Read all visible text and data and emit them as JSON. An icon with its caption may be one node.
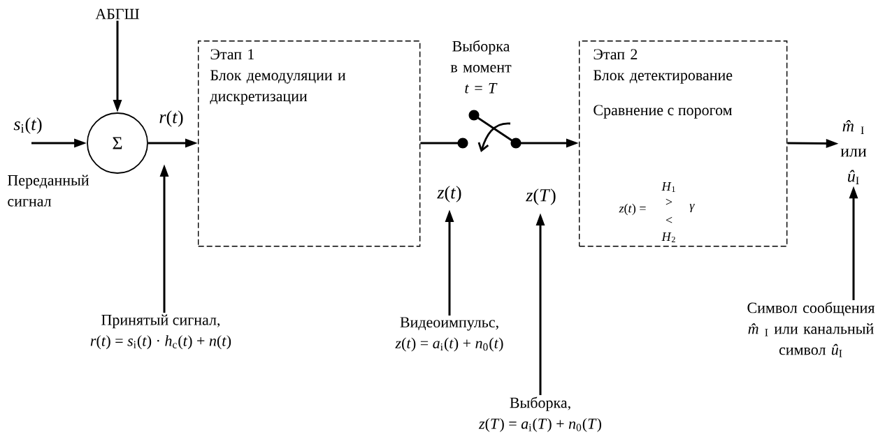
{
  "diagram": {
    "nodes": [
      {
        "text": [
          "АБГШ"
        ]
      },
      {
        "text": [
          "Σ"
        ]
      },
      {
        "text": [
          "Переданный сигнал"
        ]
      },
      {
        "text": [
          "Этап 1",
          "Блок демодуляции и дискретизации"
        ]
      },
      {
        "text": [
          "Принятый сигнал,",
          "*r*(*t*) = *s*$_{i}$(*t*) · *h*$_{c}$(*t*) + *n*(*t*)"
        ]
      },
      {
        "text": [
          "Выборка в момент *t* = *T*"
        ]
      },
      {
        "text": [
          "Этап 2",
          "Блок детектирование",
          "Сравнение с порогом",
          "*z*(*t*) =",
          "*H*$_{1}$",
          ">",
          "<",
          "*H*$_{2}$",
          "*γ*"
        ]
      },
      {
        "text": [
          "*m̂*$_{I}$",
          "или",
          "*û*$_{I}$"
        ]
      },
      {
        "text": [
          "Видеоимпульс,",
          "*z*(*t*) = *a*$_{i}$(*t*) + *n*$_{0}$(*t*)"
        ]
      },
      {
        "text": [
          "Выборка,",
          "*z*(*T*) = *a*$_{i}$(*T*) + *n*$_{0}$(*T*)"
        ]
      },
      {
        "text": [
          "Символ сообщения *m̂*$_{I}$ или канальный символ *û*$_{I}$"
        ]
      }
    ],
    "edges": [
      {
        "from": 0,
        "to": 1,
        "arrow": "to"
      },
      {
        "from": null,
        "to": 1,
        "arrow": "to",
        "label": "*s*$_{i}$(*t*)"
      },
      {
        "from": 1,
        "to": 3,
        "arrow": "to",
        "label": "*r*(*t*)"
      },
      {
        "from": 4,
        "to": null,
        "arrow": "to"
      },
      {
        "from": 3,
        "to": 5,
        "arrow": "none",
        "label": "*z*(*t*)"
      },
      {
        "from": 5,
        "to": 6,
        "arrow": "to",
        "label": "*z*(*T*)"
      },
      {
        "from": 8,
        "to": null,
        "arrow": "to"
      },
      {
        "from": 9,
        "to": null,
        "arrow": "to"
      },
      {
        "from": 6,
        "to": 7,
        "arrow": "to"
      },
      {
        "from": 10,
        "to": 7,
        "arrow": "to"
      }
    ]
  }
}
